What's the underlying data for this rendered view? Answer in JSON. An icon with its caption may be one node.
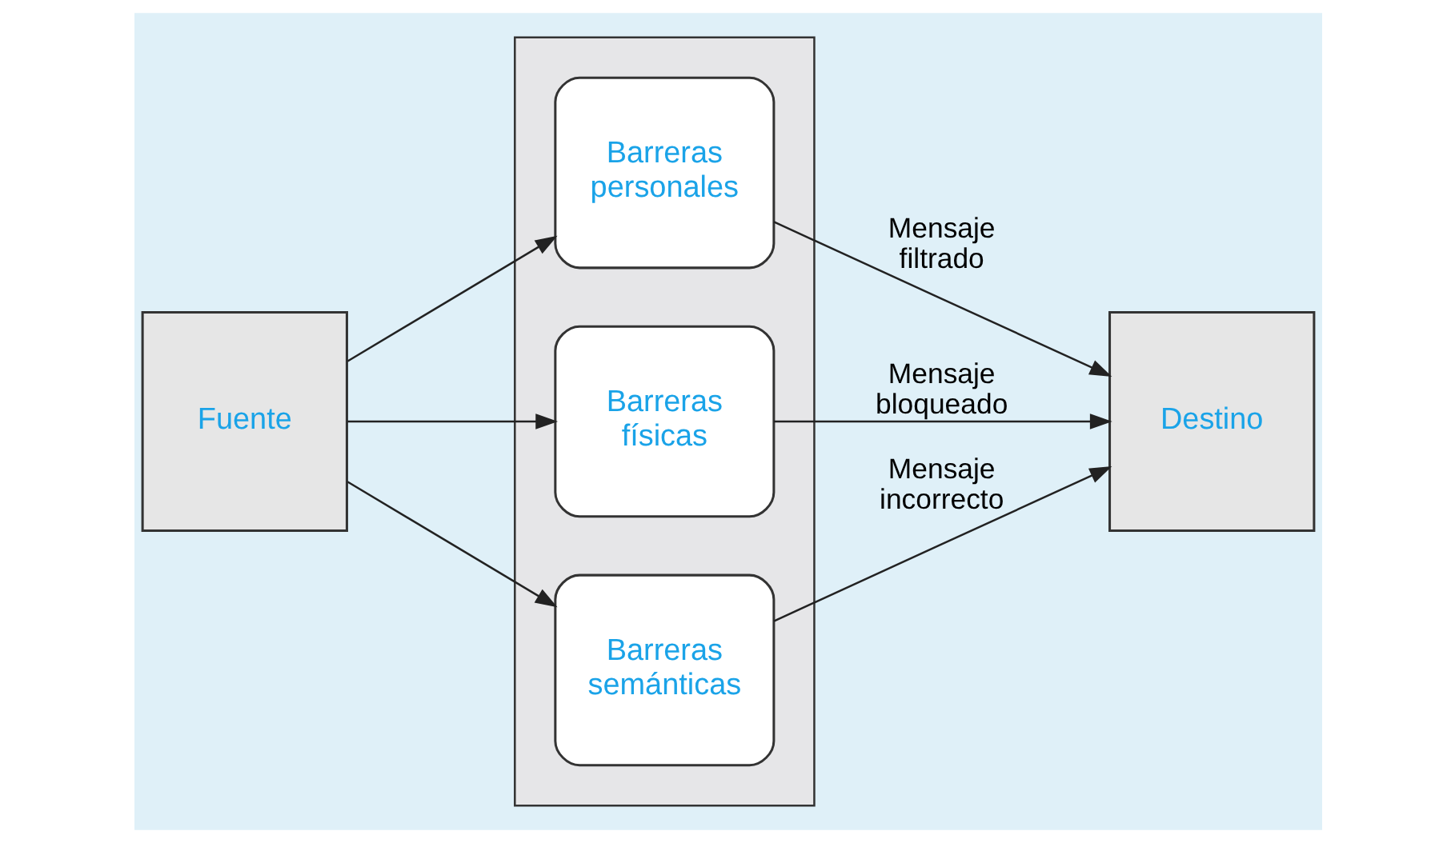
{
  "diagram": {
    "nodes": [
      {
        "text": [
          "Fuente"
        ]
      },
      {
        "text": [],
        "shape": "box"
      },
      {
        "text": [
          "Barreras personales"
        ],
        "in": 1
      },
      {
        "text": [
          "Barreras físicas"
        ],
        "in": 1
      },
      {
        "text": [
          "Barreras semánticas"
        ],
        "in": 1
      },
      {
        "text": [
          "Destino"
        ]
      }
    ],
    "edges": [
      {
        "from": 0,
        "to": 2,
        "arrow": "to"
      },
      {
        "from": 0,
        "to": 3,
        "arrow": "to"
      },
      {
        "from": 0,
        "to": 4,
        "arrow": "to"
      },
      {
        "from": 2,
        "to": 5,
        "arrow": "to",
        "label": "Mensaje filtrado"
      },
      {
        "from": 3,
        "to": 5,
        "arrow": "to",
        "label": "Mensaje bloqueado"
      },
      {
        "from": 4,
        "to": 5,
        "arrow": "to",
        "label": "Mensaje incorrecto"
      }
    ]
  }
}
